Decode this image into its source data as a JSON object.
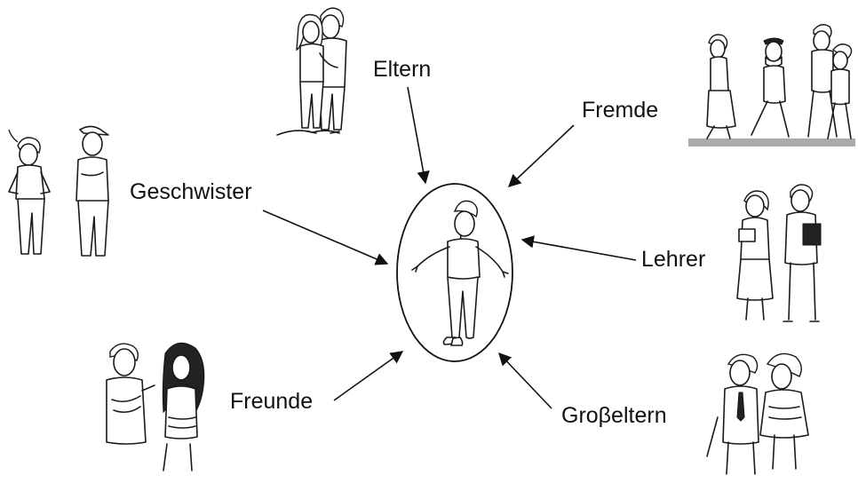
{
  "center": {
    "figure": "person-icon"
  },
  "labels": {
    "eltern": "Eltern",
    "fremde": "Fremde",
    "geschwister": "Geschwister",
    "lehrer": "Lehrer",
    "freunde": "Freunde",
    "grosseltern": "Groβeltern"
  },
  "colors": {
    "ink": "#1a1a1a",
    "ground": "#aaaaaa",
    "background": "#ffffff"
  }
}
